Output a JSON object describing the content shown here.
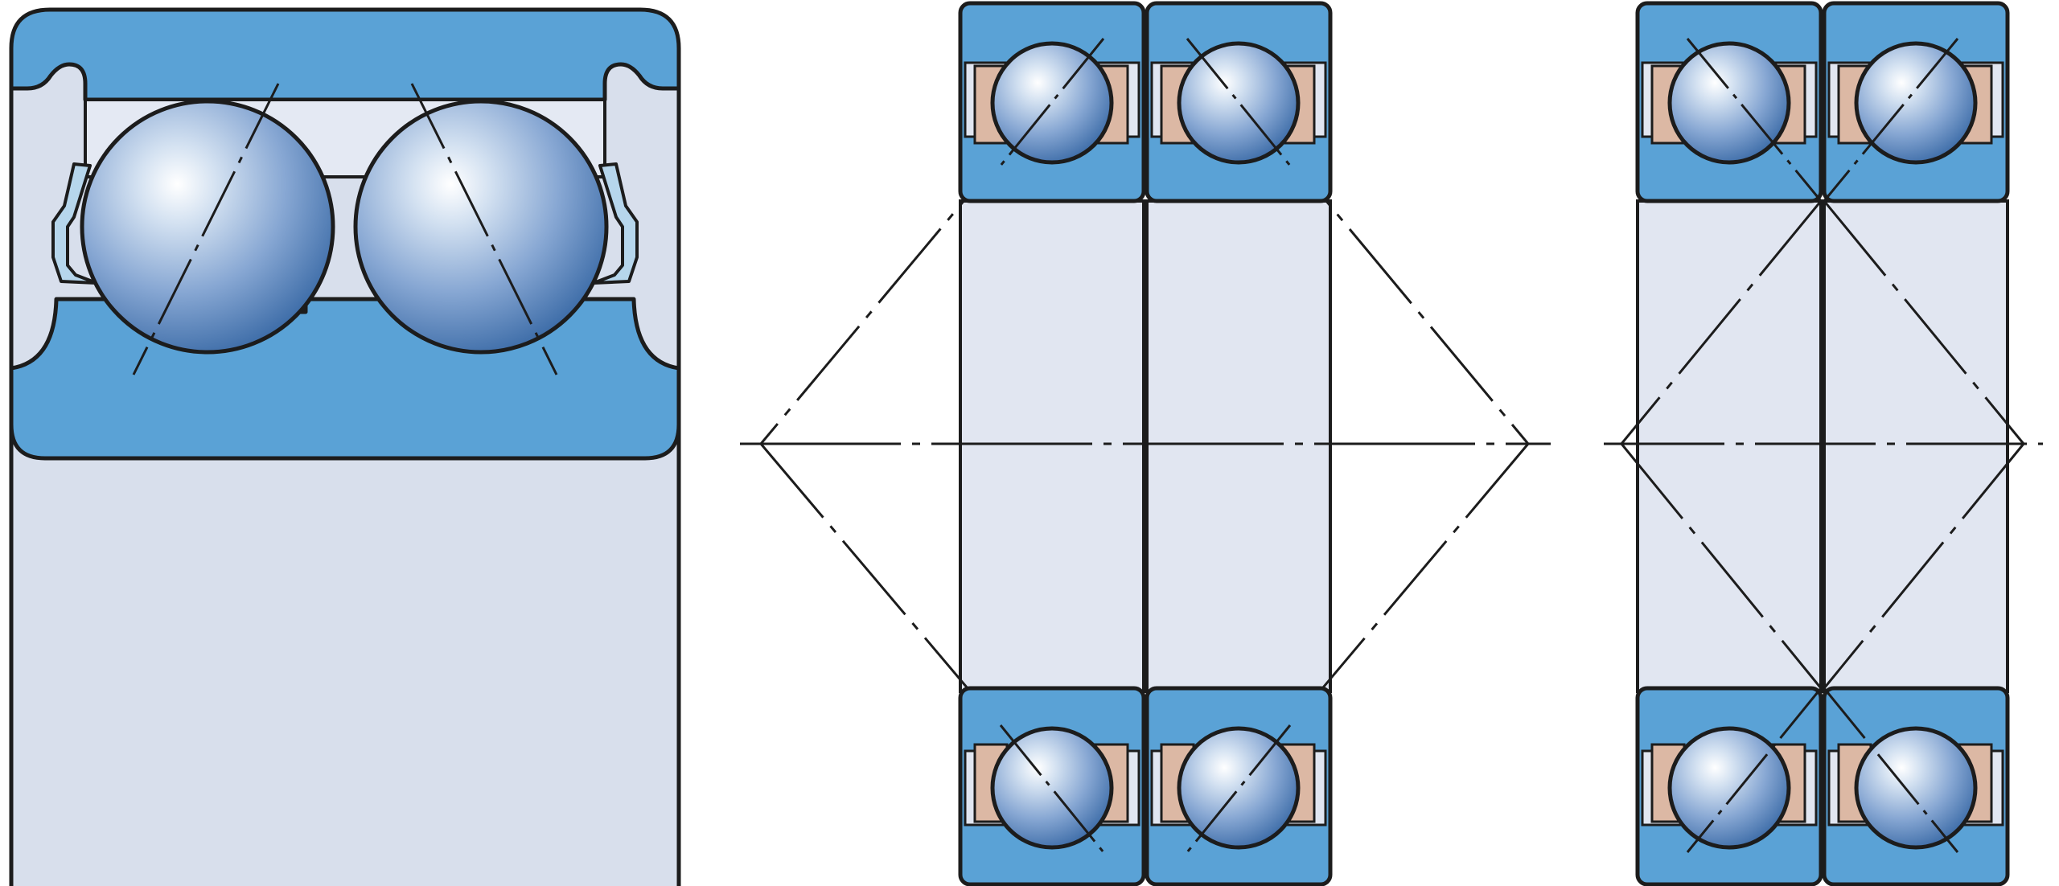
{
  "colors": {
    "ring_blue": "#5aa2d6",
    "housing_gray": "#d9e0ec",
    "bore_gray": "#e1e6f1",
    "cage_tan": "#dcb8a4",
    "seal_light_blue": "#b6d6ec",
    "outline": "#1c1c1c",
    "ball_highlight": "#ffffff",
    "ball_mid": "#9db8dc",
    "ball_dark": "#3e6ea8"
  },
  "views": [
    {
      "id": "double-row-bearing-section",
      "description_type": "two-row angular contact ball bearing, sealed"
    },
    {
      "id": "back-to-back-arrangement",
      "description_type": "pair of bearings, O arrangement"
    },
    {
      "id": "face-to-face-arrangement",
      "description_type": "pair of bearings, X arrangement"
    }
  ]
}
